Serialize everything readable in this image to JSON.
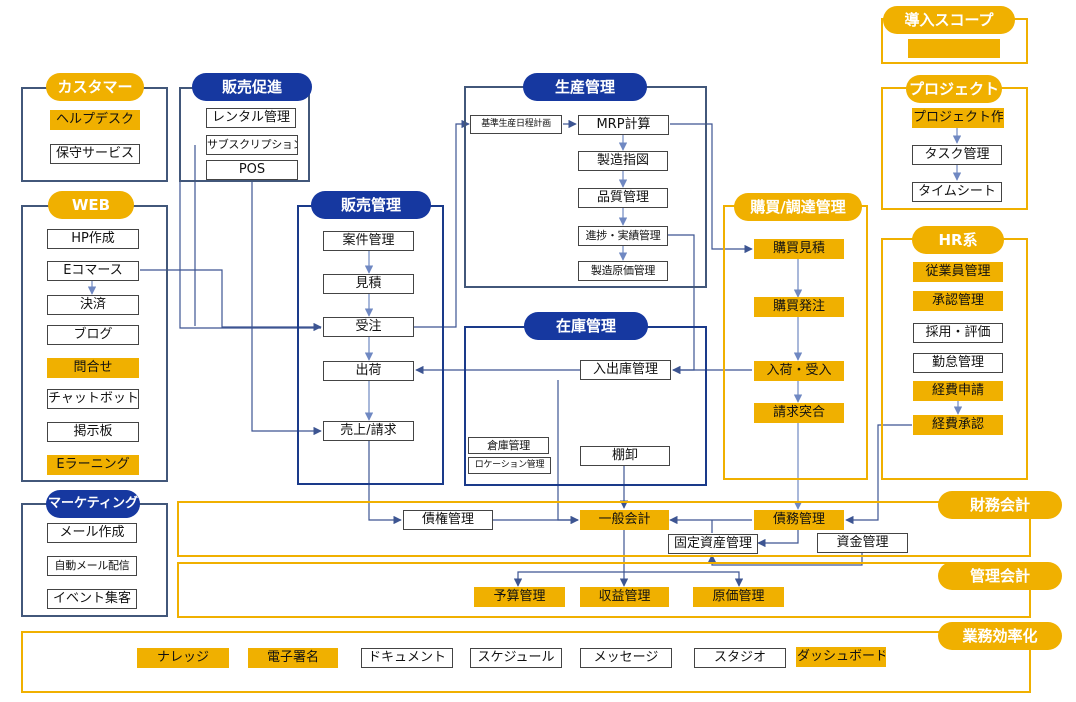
{
  "headers": {
    "scope": "導入スコープ",
    "customer": "カスタマー",
    "promo": "販売促進",
    "production": "生産管理",
    "project": "プロジェクト",
    "web": "WEB",
    "sales": "販売管理",
    "purchasing": "購買/調達管理",
    "hr": "HR系",
    "inventory": "在庫管理",
    "marketing": "マーケティング",
    "finance": "財務会計",
    "mgmt_acct": "管理会計",
    "efficiency": "業務効率化"
  },
  "scope_legend": "",
  "customer": {
    "helpdesk": "ヘルプデスク",
    "maintenance": "保守サービス"
  },
  "promo": {
    "rental": "レンタル管理",
    "subscription": "サブスクリプション",
    "pos": "POS"
  },
  "production": {
    "master_schedule": "基準生産日程計画",
    "mrp": "MRP計算",
    "work_order": "製造指図",
    "quality": "品質管理",
    "progress": "進捗・実績管理",
    "mfg_cost": "製造原価管理"
  },
  "project": {
    "creation": "プロジェクト作成",
    "task": "タスク管理",
    "timesheet": "タイムシート"
  },
  "web": {
    "hp": "HP作成",
    "ec": "Eコマース",
    "payment": "決済",
    "blog": "ブログ",
    "inquiry": "問合せ",
    "chatbot": "チャットボット",
    "bbs": "掲示板",
    "elearning": "Eラーニング"
  },
  "sales": {
    "deal": "案件管理",
    "quote": "見積",
    "order": "受注",
    "shipping": "出荷",
    "billing": "売上/請求"
  },
  "purchasing": {
    "quote": "購買見積",
    "order": "購買発注",
    "receiving": "入荷・受入",
    "matching": "請求突合"
  },
  "hr": {
    "employee": "従業員管理",
    "approval": "承認管理",
    "recruit": "採用・評価",
    "attendance": "勤怠管理",
    "expense_apply": "経費申請",
    "expense_approve": "経費承認"
  },
  "inventory": {
    "inout": "入出庫管理",
    "warehouse": "倉庫管理",
    "location": "ロケーション管理",
    "stocktake": "棚卸"
  },
  "marketing": {
    "mail": "メール作成",
    "auto_mail": "自動メール配信",
    "event": "イベント集客"
  },
  "finance": {
    "receivable": "債権管理",
    "general": "一般会計",
    "payable": "債務管理",
    "fixed_assets": "固定資産管理",
    "funds": "資金管理"
  },
  "mgmt_acct": {
    "budget": "予算管理",
    "profit": "収益管理",
    "cost": "原価管理"
  },
  "efficiency": {
    "knowledge": "ナレッジ",
    "esign": "電子署名",
    "document": "ドキュメント",
    "schedule": "スケジュール",
    "message": "メッセージ",
    "studio": "スタジオ",
    "dashboard": "ダッシュボード"
  },
  "colors": {
    "navy": "#1638a0",
    "frame_navy": "#1a3a8a",
    "gold": "#f0b000",
    "wire": "#3d5592",
    "arrow": "#6f88c2"
  }
}
